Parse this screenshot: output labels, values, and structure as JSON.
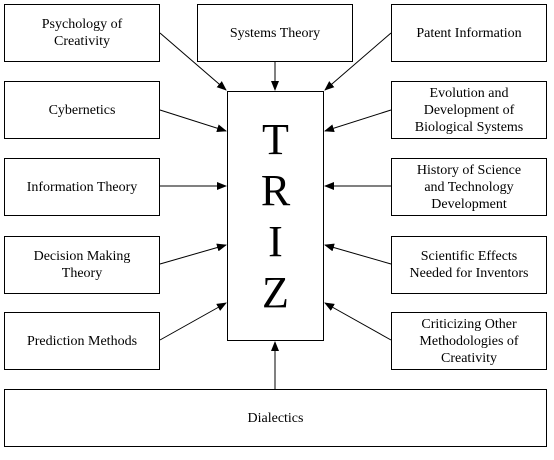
{
  "center": {
    "letters": [
      "T",
      "R",
      "I",
      "Z"
    ]
  },
  "left_boxes": [
    {
      "label": "Psychology of\nCreativity"
    },
    {
      "label": "Cybernetics"
    },
    {
      "label": "Information Theory"
    },
    {
      "label": "Decision Making\nTheory"
    },
    {
      "label": "Prediction Methods"
    }
  ],
  "top_box": {
    "label": "Systems Theory"
  },
  "right_boxes": [
    {
      "label": "Patent Information"
    },
    {
      "label": "Evolution and\nDevelopment of\nBiological Systems"
    },
    {
      "label": "History of Science\nand Technology\nDevelopment"
    },
    {
      "label": "Scientific Effects\nNeeded for Inventors"
    },
    {
      "label": "Criticizing Other\nMethodologies of\nCreativity"
    }
  ],
  "bottom_box": {
    "label": "Dialectics"
  }
}
